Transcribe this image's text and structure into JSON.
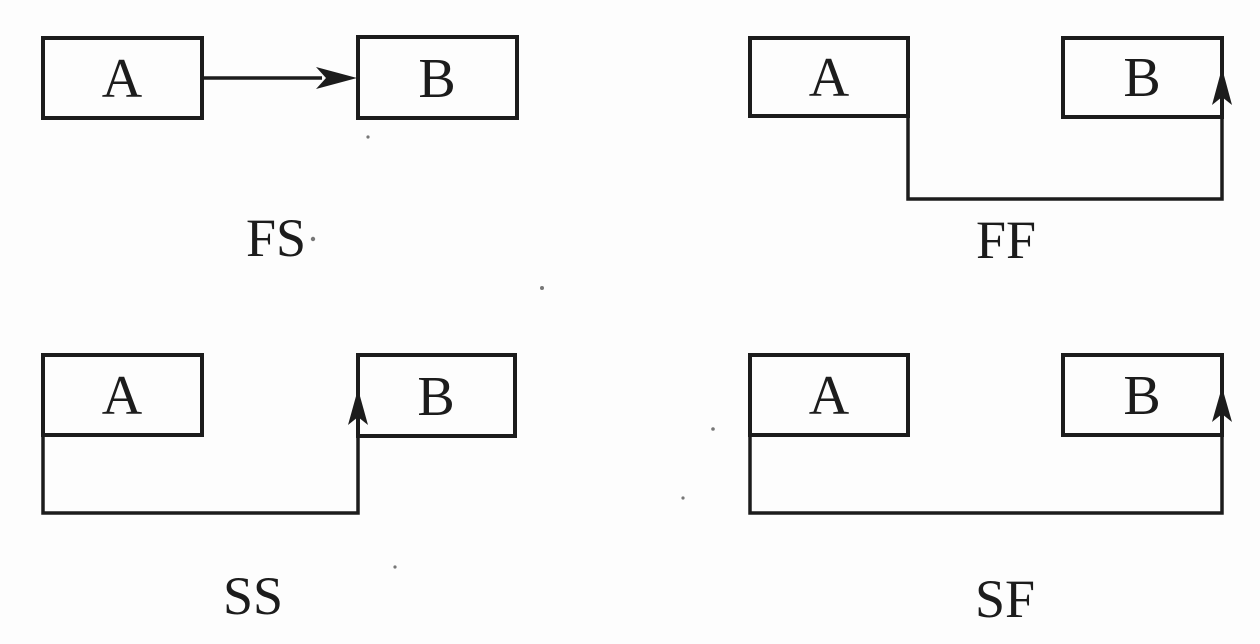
{
  "colors": {
    "ink": "#1c1c1c",
    "paper": "#fdfdfd"
  },
  "diagram": {
    "quadrants": [
      {
        "type_label": "FS",
        "box_a": "A",
        "box_b": "B"
      },
      {
        "type_label": "FF",
        "box_a": "A",
        "box_b": "B"
      },
      {
        "type_label": "SS",
        "box_a": "A",
        "box_b": "B"
      },
      {
        "type_label": "SF",
        "box_a": "A",
        "box_b": "B"
      }
    ]
  }
}
